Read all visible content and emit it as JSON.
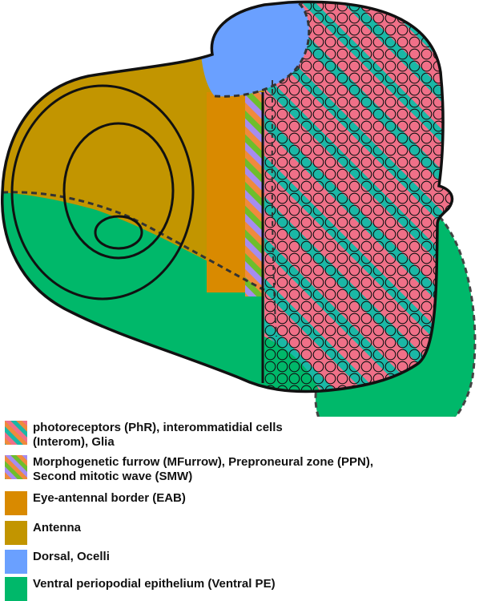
{
  "colors": {
    "photoreceptor_pink": "#f07088",
    "photoreceptor_teal": "#1ab8a6",
    "photoreceptor_orange": "#f08a3c",
    "mf_purple": "#a68cf0",
    "mf_green": "#6dbe2c",
    "mf_orange": "#f08a3c",
    "eye_antennal_border": "#d98a00",
    "antenna": "#c29500",
    "dorsal_ocelli": "#6aa0ff",
    "ventral_pe": "#00b86a",
    "outline": "#111111"
  },
  "legend": [
    {
      "key": "phr",
      "label": "photoreceptors (PhR), interommatidial cells\n(Interom), Glia",
      "swatch": "phr-pattern"
    },
    {
      "key": "mf",
      "label": "Morphogenetic furrow (MFurrow), Preproneural zone (PPN),\nSecond mitotic wave (SMW)",
      "swatch": "mf-pattern"
    },
    {
      "key": "eab",
      "label": "Eye-antennal border (EAB)",
      "swatch": "eab"
    },
    {
      "key": "antenna",
      "label": "Antenna",
      "swatch": "antenna"
    },
    {
      "key": "dorsal",
      "label": "Dorsal, Ocelli",
      "swatch": "dorsal"
    },
    {
      "key": "ventral",
      "label": "Ventral periopodial epithelium (Ventral PE)",
      "swatch": "ventral"
    }
  ]
}
